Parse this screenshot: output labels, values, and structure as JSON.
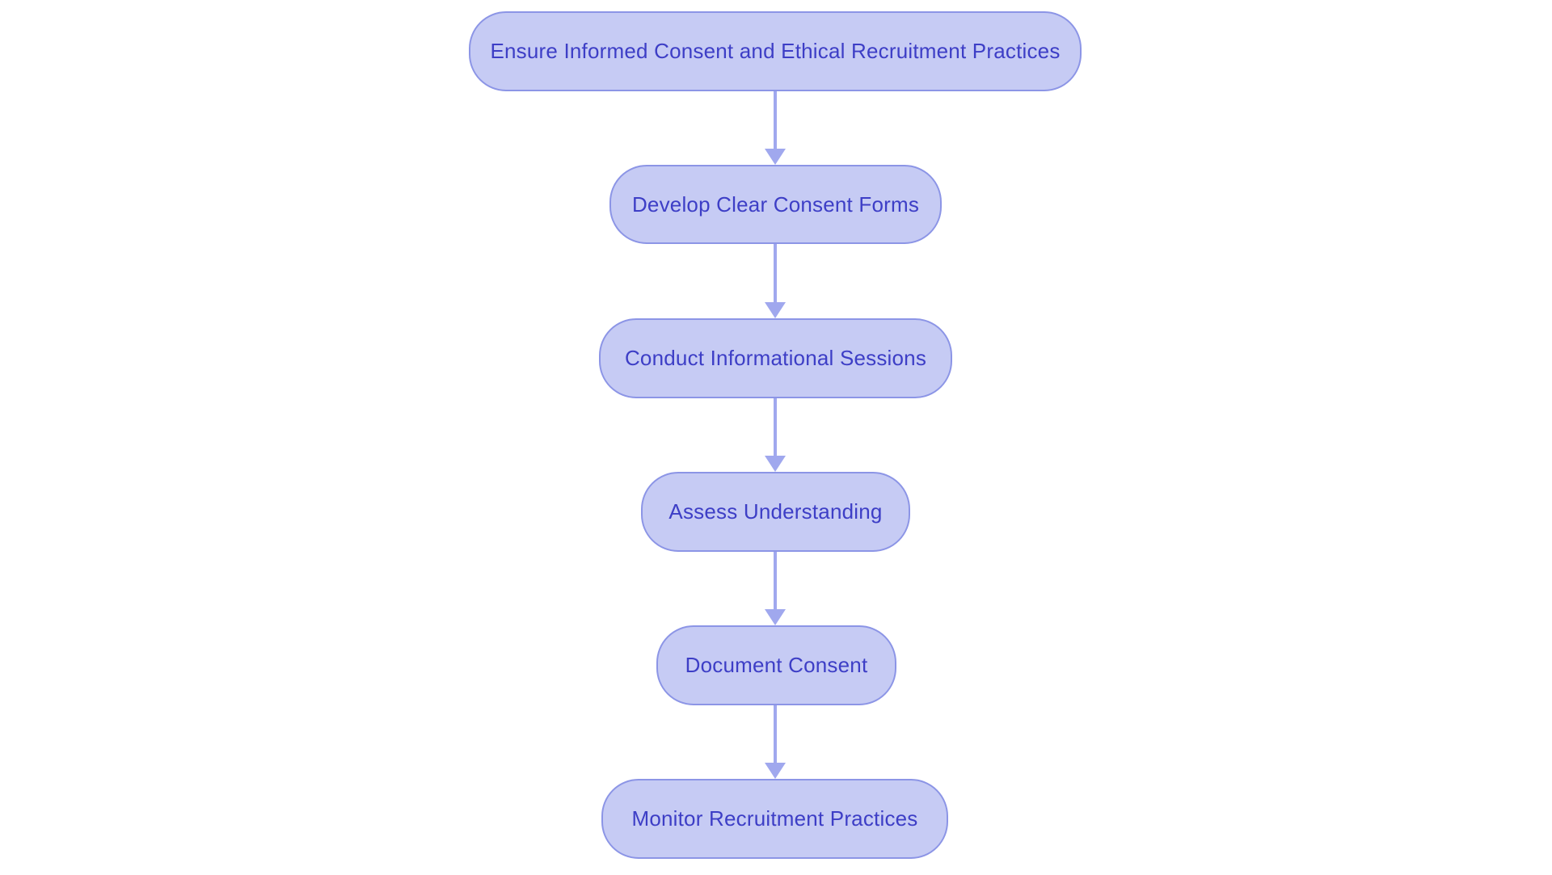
{
  "diagram": {
    "type": "flowchart",
    "direction": "top-down",
    "nodes": [
      {
        "id": "step-1",
        "label": "Ensure Informed Consent and Ethical Recruitment Practices"
      },
      {
        "id": "step-2",
        "label": "Develop Clear Consent Forms"
      },
      {
        "id": "step-3",
        "label": "Conduct Informational Sessions"
      },
      {
        "id": "step-4",
        "label": "Assess Understanding"
      },
      {
        "id": "step-5",
        "label": "Document Consent"
      },
      {
        "id": "step-6",
        "label": "Monitor Recruitment Practices"
      }
    ],
    "edges": [
      {
        "from": "step-1",
        "to": "step-2"
      },
      {
        "from": "step-2",
        "to": "step-3"
      },
      {
        "from": "step-3",
        "to": "step-4"
      },
      {
        "from": "step-4",
        "to": "step-5"
      },
      {
        "from": "step-5",
        "to": "step-6"
      }
    ],
    "colors": {
      "background": "#ffffff",
      "node_fill": "#c6cbf4",
      "node_border": "#8c95e6",
      "node_text": "#3d3ec6",
      "arrow": "#a0a8ee"
    }
  }
}
